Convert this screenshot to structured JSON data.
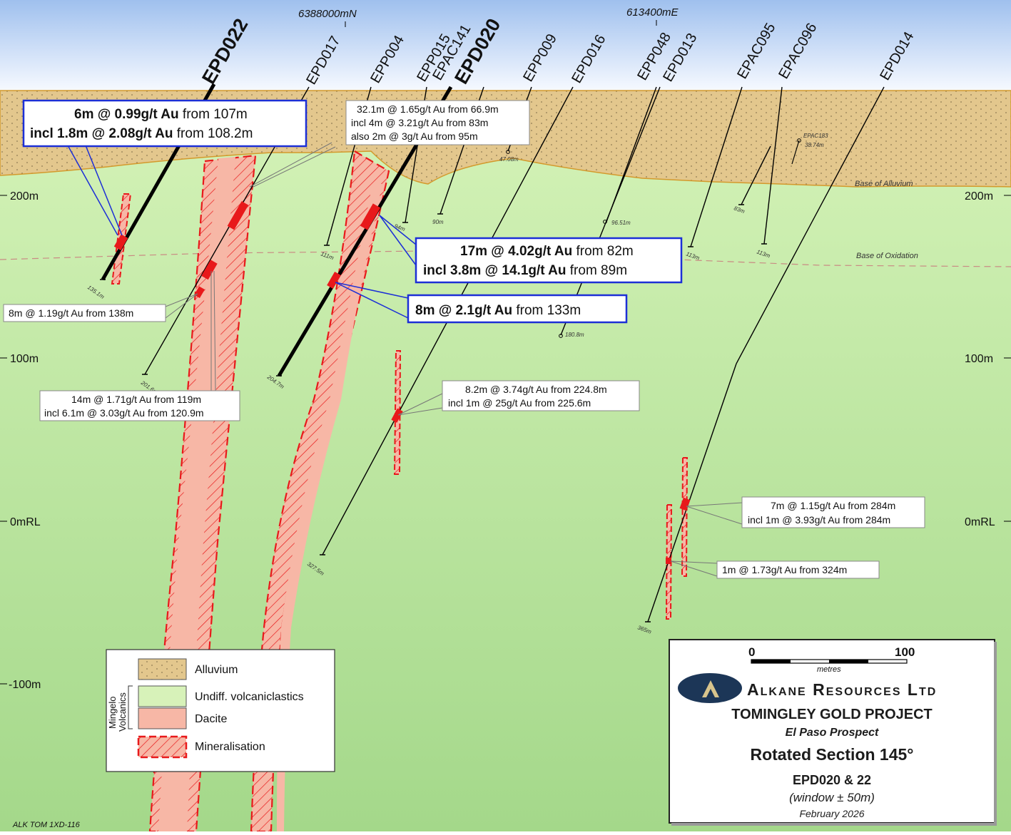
{
  "grid": {
    "northing": "6388000mN",
    "easting": "613400mE"
  },
  "elevations": {
    "e200": "200m",
    "e100": "100m",
    "e0": "0mRL",
    "em100": "-100m"
  },
  "surfaces": {
    "alluvium_base": "Base of Alluvium",
    "oxidation_base": "Base of Oxidation"
  },
  "holes": {
    "epd022": "EPD022",
    "epd017": "EPD017",
    "epp004": "EPP004",
    "epp015": "EPP015",
    "epac141": "EPAC141",
    "epd020": "EPD020",
    "epp009": "EPP009",
    "epd016": "EPD016",
    "epp048": "EPP048",
    "epd013": "EPD013",
    "epac095": "EPAC095",
    "epac096": "EPAC096",
    "epd014": "EPD014",
    "epac183": "EPAC183"
  },
  "depths": {
    "d1351": "135.1m",
    "d2016": "201.6m",
    "d2047": "204.7m",
    "d111": "111m",
    "d94": "94m",
    "d90": "90m",
    "d4708": "47.08m",
    "d9651": "96.51m",
    "d1808": "180.8m",
    "d113a": "113m",
    "d83": "83m",
    "d113b": "113m",
    "d3874": "38.74m",
    "d3275": "327.5m",
    "d365": "365m"
  },
  "intercepts": {
    "i1_num": "6m @ 0.99g/t Au",
    "i1_from": " from 107m",
    "i1_incl_num": "incl 1.8m @ 2.08g/t Au",
    "i1_incl_from": " from 108.2m",
    "i2_l1": "32.1m @ 1.65g/t Au from 66.9m",
    "i2_l2": "incl  4m @ 3.21g/t Au from 83m",
    "i2_l3": "also 2m @ 3g/t Au from 95m",
    "i3_num": "17m @ 4.02g/t Au",
    "i3_from": " from 82m",
    "i3_incl_num": "incl 3.8m @ 14.1g/t Au",
    "i3_incl_from": " from 89m",
    "i4_num": "8m @ 2.1g/t Au",
    "i4_from": " from 133m",
    "i5": "8m @ 1.19g/t Au from 138m",
    "i6_l1": "14m @ 1.71g/t Au from 119m",
    "i6_l2": "incl 6.1m @ 3.03g/t Au from 120.9m",
    "i7_l1": "8.2m @ 3.74g/t Au from 224.8m",
    "i7_l2": "incl  1m @ 25g/t Au from 225.6m",
    "i8_l1": "7m @ 1.15g/t Au from 284m",
    "i8_l2": "incl 1m @ 3.93g/t Au from 284m",
    "i9": "1m @ 1.73g/t Au from 324m"
  },
  "legend": {
    "alluvium": "Alluvium",
    "volcaniclastics": "Undiff. volcaniclastics",
    "dacite": "Dacite",
    "mineralisation": "Mineralisation",
    "group_l1": "Mingelo",
    "group_l2": "Volcanics"
  },
  "title_block": {
    "scale_zero": "0",
    "scale_max": "100",
    "scale_unit": "metres",
    "company": "Alkane Resources Ltd",
    "project": "TOMINGLEY GOLD PROJECT",
    "prospect": "El Paso Prospect",
    "section": "Rotated Section 145°",
    "holes": "EPD020 & 22",
    "window": "(window ± 50m)",
    "date": "February 2026"
  },
  "footer_code": "ALK TOM 1XD-116",
  "colors": {
    "sky_top": "#9fc0ee",
    "sky_bottom": "#f6f9ff",
    "alluvium": "#e3c78d",
    "volcanics_top": "#d5f3b8",
    "volcanics_bottom": "#a4d88a",
    "dacite": "#f7b7a6",
    "mineralisation": "#e8191b",
    "callout_accent": "#1c2fd6"
  }
}
